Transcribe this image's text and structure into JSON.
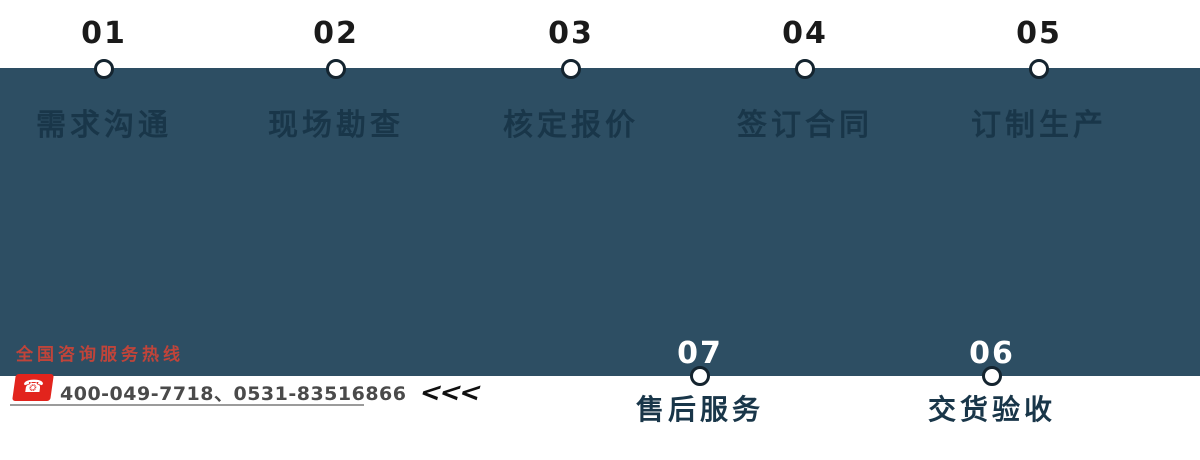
{
  "colors": {
    "page_bg": "#ffffff",
    "band": "#2d4e63",
    "num_dark": "#1a1a1a",
    "num_light": "#ffffff",
    "label_dark": "#193649",
    "dot_ring": "#14242f",
    "dot_fill": "#ffffff",
    "hotline_red": "#c0443a",
    "phone_icon_bg": "#e2241d",
    "phone_glyph": "#ffffff",
    "phone_text": "#4a4a4a",
    "underline": "#9b9b9b",
    "arrow": "#101010"
  },
  "steps_top": [
    {
      "number": "01",
      "label": "需求沟通"
    },
    {
      "number": "02",
      "label": "现场勘查"
    },
    {
      "number": "03",
      "label": "核定报价"
    },
    {
      "number": "04",
      "label": "签订合同"
    },
    {
      "number": "05",
      "label": "订制生产"
    }
  ],
  "steps_bottom": [
    {
      "number": "07",
      "label": "售后服务"
    },
    {
      "number": "06",
      "label": "交货验收"
    }
  ],
  "hotline": {
    "title": "全国咨询服务热线",
    "numbers": "400-049-7718、0531-83516866",
    "phone_glyph": "☎"
  },
  "arrows": "<<<"
}
